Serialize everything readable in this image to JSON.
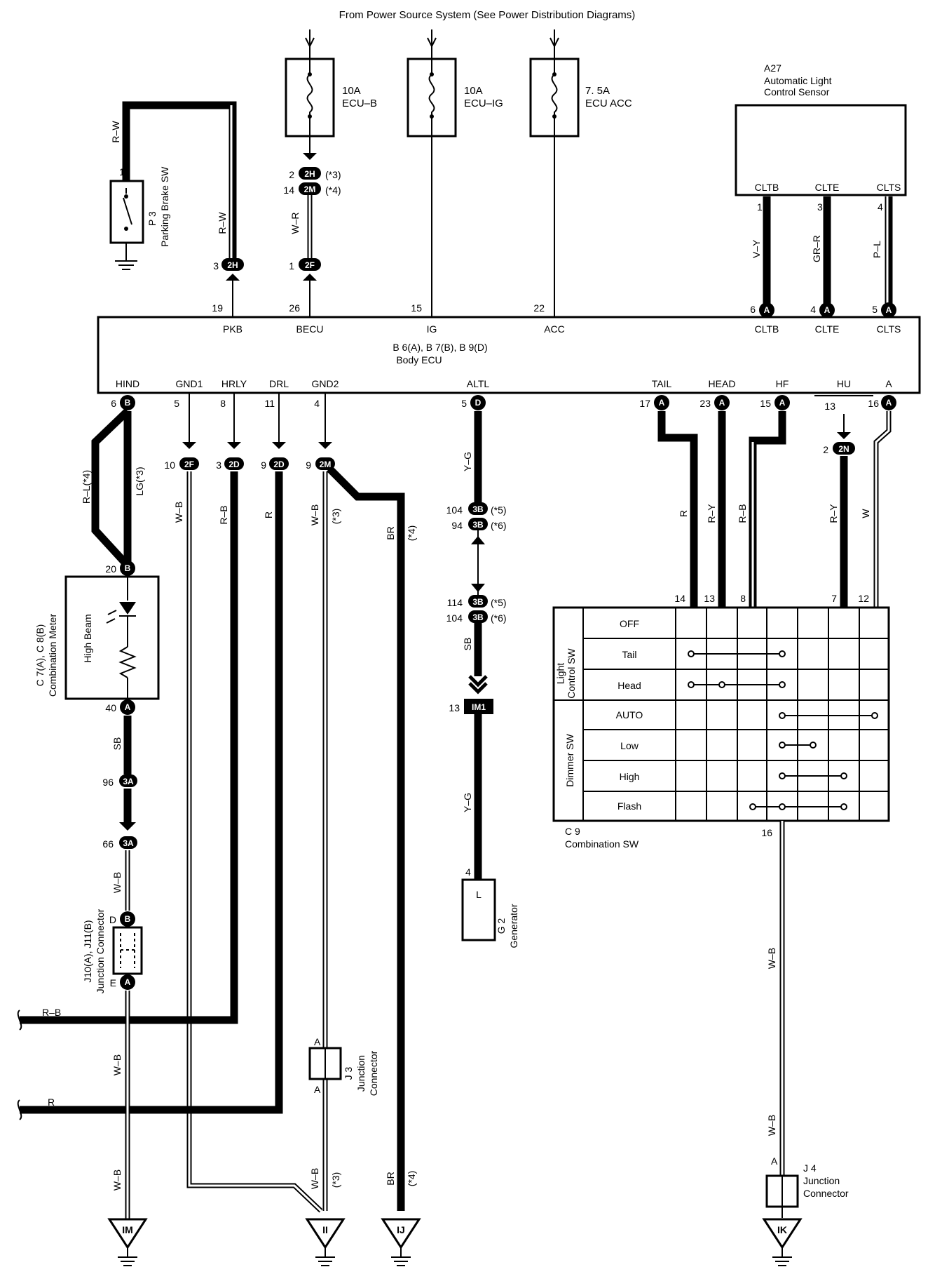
{
  "header": {
    "source": "From Power Source System  (See Power Distribution Diagrams)"
  },
  "fuses": [
    {
      "amp": "10A",
      "name": "ECU–B"
    },
    {
      "amp": "10A",
      "name": "ECU–IG"
    },
    {
      "amp": "7. 5A",
      "name": "ECU ACC"
    }
  ],
  "parking_brake": {
    "code": "P 3",
    "name": "Parking Brake SW",
    "pin": "1",
    "wire1": "R–W",
    "wire2": "R–W",
    "conn_pin": "3",
    "conn": "2H"
  },
  "becu_conns": [
    {
      "pin": "2",
      "code": "2H",
      "note": "(*3)"
    },
    {
      "pin": "14",
      "code": "2M",
      "note": "(*4)"
    },
    {
      "pin": "1",
      "code": "2F",
      "note": ""
    }
  ],
  "becu_wire": "W–R",
  "sensor": {
    "code": "A27",
    "name1": "Automatic Light",
    "name2": "Control Sensor",
    "pins": [
      {
        "label": "CLTB",
        "num": "1",
        "wire": "V–Y"
      },
      {
        "label": "CLTE",
        "num": "3",
        "wire": "GR–R"
      },
      {
        "label": "CLTS",
        "num": "4",
        "wire": "P–L"
      }
    ]
  },
  "ecu": {
    "code": "B 6(A), B 7(B), B 9(D)",
    "name": "Body ECU",
    "top": [
      {
        "pin": "19",
        "label": "PKB"
      },
      {
        "pin": "26",
        "label": "BECU"
      },
      {
        "pin": "15",
        "label": "IG"
      },
      {
        "pin": "22",
        "label": "ACC"
      },
      {
        "pin": "6",
        "label": "CLTB",
        "c": "A"
      },
      {
        "pin": "4",
        "label": "CLTE",
        "c": "A"
      },
      {
        "pin": "5",
        "label": "CLTS",
        "c": "A"
      }
    ],
    "bottom": [
      {
        "pin": "6",
        "label": "HIND",
        "c": "B"
      },
      {
        "pin": "5",
        "label": "GND1"
      },
      {
        "pin": "8",
        "label": "HRLY"
      },
      {
        "pin": "11",
        "label": "DRL"
      },
      {
        "pin": "4",
        "label": "GND2"
      },
      {
        "pin": "5",
        "label": "ALTL",
        "c": "D"
      },
      {
        "pin": "17",
        "label": "TAIL",
        "c": "A"
      },
      {
        "pin": "23",
        "label": "HEAD",
        "c": "A"
      },
      {
        "pin": "15",
        "label": "HF",
        "c": "A"
      },
      {
        "pin": "13",
        "label": "HU"
      },
      {
        "pin": "16",
        "label": "A",
        "c": "A"
      }
    ]
  },
  "mid_conns": [
    {
      "pin": "10",
      "code": "2F",
      "wire": "W–B"
    },
    {
      "pin": "3",
      "code": "2D",
      "wire": "R–B"
    },
    {
      "pin": "9",
      "code": "2D",
      "wire": "R"
    },
    {
      "pin": "9",
      "code": "2M",
      "wire": "W–B",
      "note": "(*3)"
    }
  ],
  "br_wire": {
    "wire": "BR",
    "note": "(*4)"
  },
  "meter": {
    "codes": "C 7(A), C 8(B)",
    "name": "Combination Meter",
    "element": "High Beam",
    "pin_top": "20",
    "pin_bot": "40",
    "c_top": "B",
    "c_bot": "A",
    "wire_a": "R–L(*4)",
    "wire_b": "LG(*3)",
    "wire_sb": "SB"
  },
  "c3a": [
    {
      "pin": "96",
      "code": "3A"
    },
    {
      "pin": "66",
      "code": "3A"
    }
  ],
  "j10": {
    "codes": "J10(A), J11(B)",
    "name": "Junction Connector",
    "pin_d": "D",
    "c_b": "B",
    "pin_e": "E",
    "c_a": "A",
    "wire": "W–B"
  },
  "alt": {
    "wire1": "Y–G",
    "c1": [
      {
        "pin": "104",
        "code": "3B",
        "note": "(*5)"
      },
      {
        "pin": "94",
        "code": "3B",
        "note": "(*6)"
      }
    ],
    "c2": [
      {
        "pin": "114",
        "code": "3B",
        "note": "(*5)"
      },
      {
        "pin": "104",
        "code": "3B",
        "note": "(*6)"
      }
    ],
    "wire2": "SB",
    "im1_pin": "13",
    "im1": "IM1",
    "wire3": "Y–G",
    "gen_pin": "4",
    "gen_term": "L",
    "gen_code": "G 2",
    "gen_name": "Generator"
  },
  "right_wires": [
    {
      "wire": "R",
      "pin": "14"
    },
    {
      "wire": "R–Y",
      "pin": "13"
    },
    {
      "wire": "R–B",
      "pin": "8"
    },
    {
      "wire": "R–Y",
      "pin": "7"
    },
    {
      "wire": "W",
      "pin": "12"
    }
  ],
  "hu_conn": {
    "pin": "2",
    "code": "2N"
  },
  "combo": {
    "code": "C 9",
    "name": "Combination SW",
    "grp1": "Light\nControl SW",
    "grp2": "Dimmer SW",
    "rows": [
      "OFF",
      "Tail",
      "Head",
      "AUTO",
      "Low",
      "High",
      "Flash"
    ],
    "pin_bottom": "16"
  },
  "left_wires": [
    {
      "wire": "R–B"
    },
    {
      "wire": "R"
    }
  ],
  "lower_wires": {
    "wb1": "W–B",
    "wb2": "W–B",
    "wb3": "W–B",
    "note3": "(*3)",
    "br": "BR",
    "note4": "(*4)",
    "wb_right1": "W–B",
    "wb_right2": "W–B"
  },
  "j3": {
    "code": "J 3",
    "name1": "Junction",
    "name2": "Connector",
    "pa": "A",
    "pb": "A"
  },
  "j4": {
    "code": "J 4",
    "name1": "Junction",
    "name2": "Connector",
    "pa": "A"
  },
  "grounds": [
    {
      "code": "IM"
    },
    {
      "code": "II"
    },
    {
      "code": "IJ"
    },
    {
      "code": "IK"
    }
  ]
}
